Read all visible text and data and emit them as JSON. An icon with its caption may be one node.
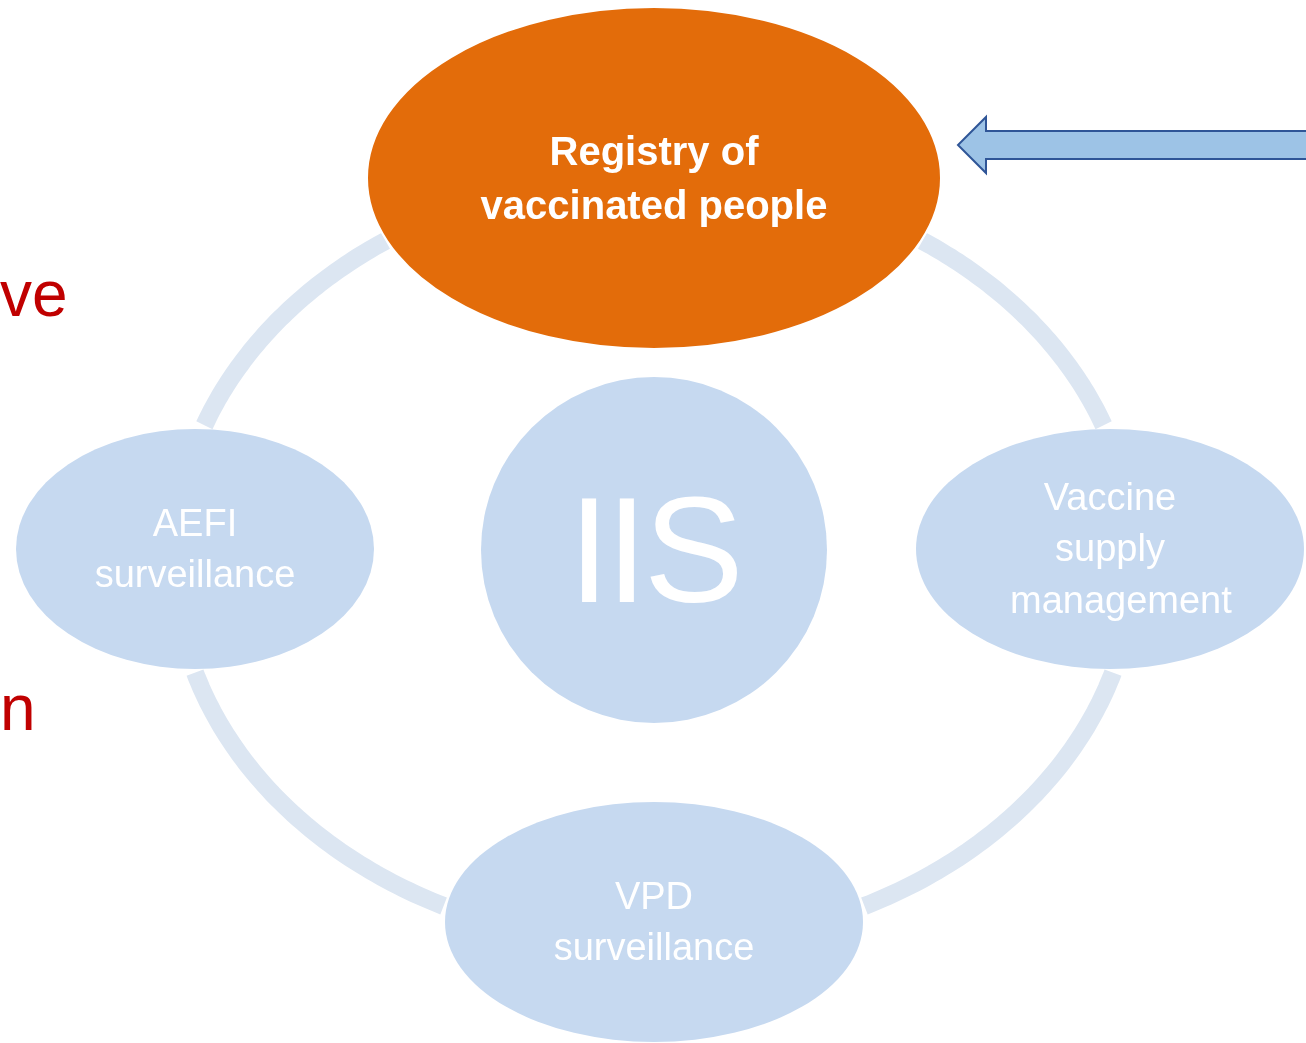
{
  "diagram": {
    "nodes": [
      {
        "text": [
          "Registry of vaccinated people"
        ]
      },
      {
        "text": [
          "AEFI surveillance"
        ]
      },
      {
        "text": [
          "IIS"
        ]
      },
      {
        "text": [
          "Vaccine supply management"
        ]
      },
      {
        "text": [
          "VPD surveillance"
        ]
      }
    ],
    "edges": [
      {
        "from": 0,
        "to": 3,
        "arrow": "none"
      },
      {
        "from": 3,
        "to": 4,
        "arrow": "none"
      },
      {
        "from": 4,
        "to": 1,
        "arrow": "none"
      },
      {
        "from": 1,
        "to": 0,
        "arrow": "none"
      },
      {
        "from": 0,
        "to": null,
        "arrow": "both",
        "color": "#9dc3e6"
      }
    ],
    "labels": [
      "ve",
      "n"
    ]
  }
}
